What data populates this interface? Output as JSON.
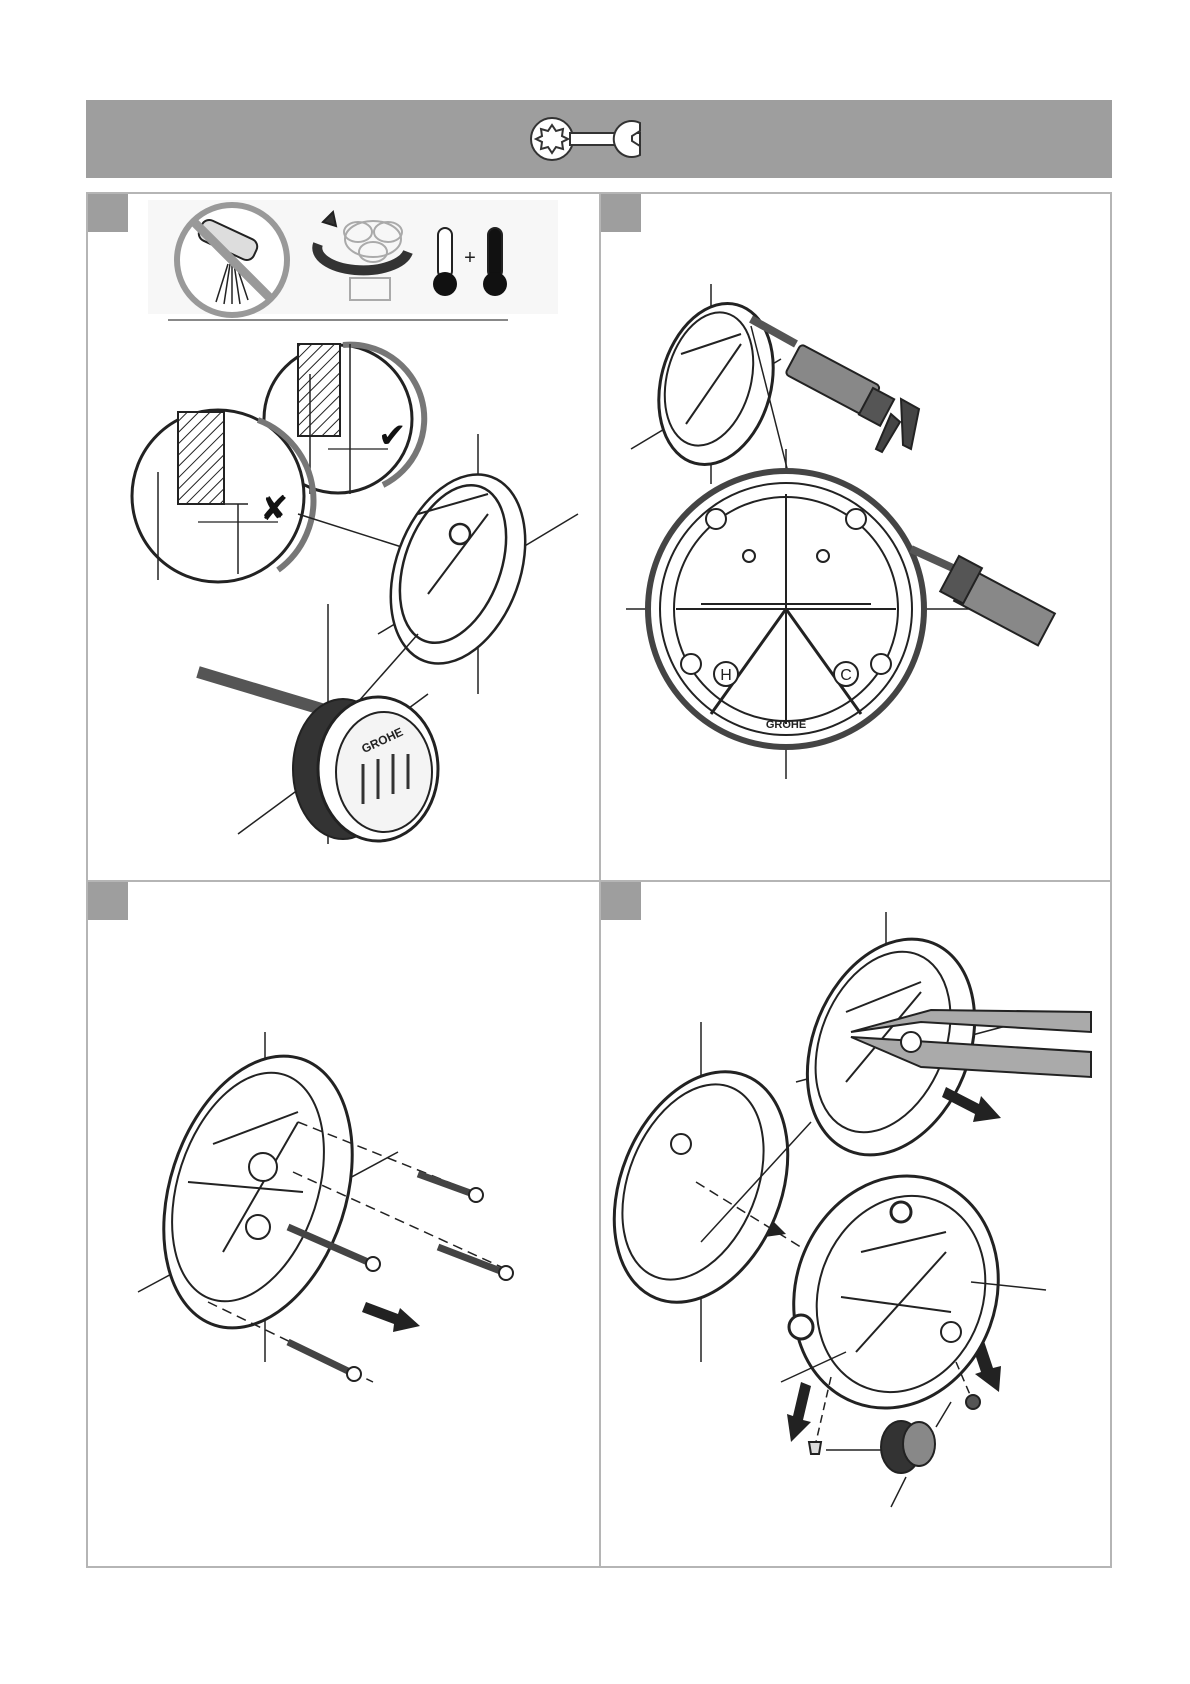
{
  "header": {
    "icon": "wrench-icon"
  },
  "panel1": {
    "plus_sign": "+",
    "ok_mark": "✔",
    "wrong_mark": "✘",
    "brand": "GROHE",
    "icons": [
      "no-spray-icon",
      "rotate-icon",
      "thermometer-icon"
    ]
  },
  "panel2": {
    "hot_label": "H",
    "cold_label": "C",
    "brand": "GROHE",
    "icons": [
      "sealant-gun-icon"
    ]
  },
  "panel3": {
    "icons": [
      "screw-icon",
      "direction-arrow-icon"
    ]
  },
  "panel4": {
    "icons": [
      "pliers-icon",
      "direction-arrow-icon",
      "cartridge-icon"
    ]
  },
  "colors": {
    "header_gray": "#9e9e9e",
    "border_gray": "#b5b5b5",
    "line": "#1a1a1a"
  }
}
